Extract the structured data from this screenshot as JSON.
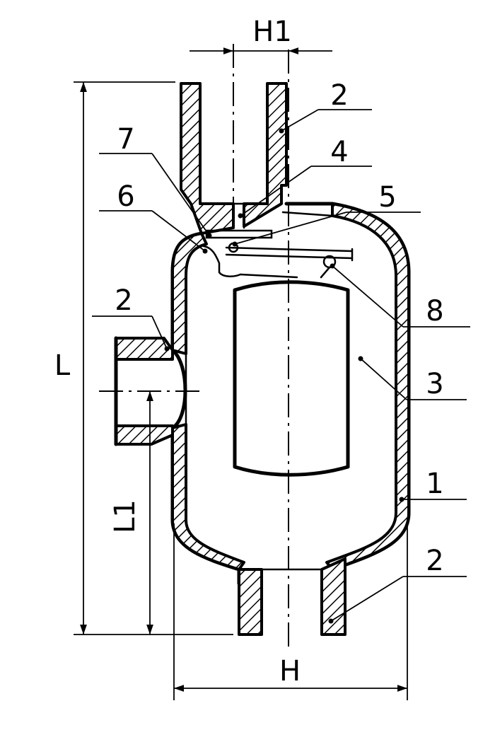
{
  "dimensions": {
    "overall_height": "L",
    "inlet_height": "L1",
    "body_width": "H",
    "top_offset": "H1"
  },
  "callouts": {
    "c1": "1",
    "c2_top": "2",
    "c2_side": "2",
    "c2_bottom": "2",
    "c3": "3",
    "c4": "4",
    "c5": "5",
    "c6": "6",
    "c7": "7",
    "c8": "8"
  }
}
